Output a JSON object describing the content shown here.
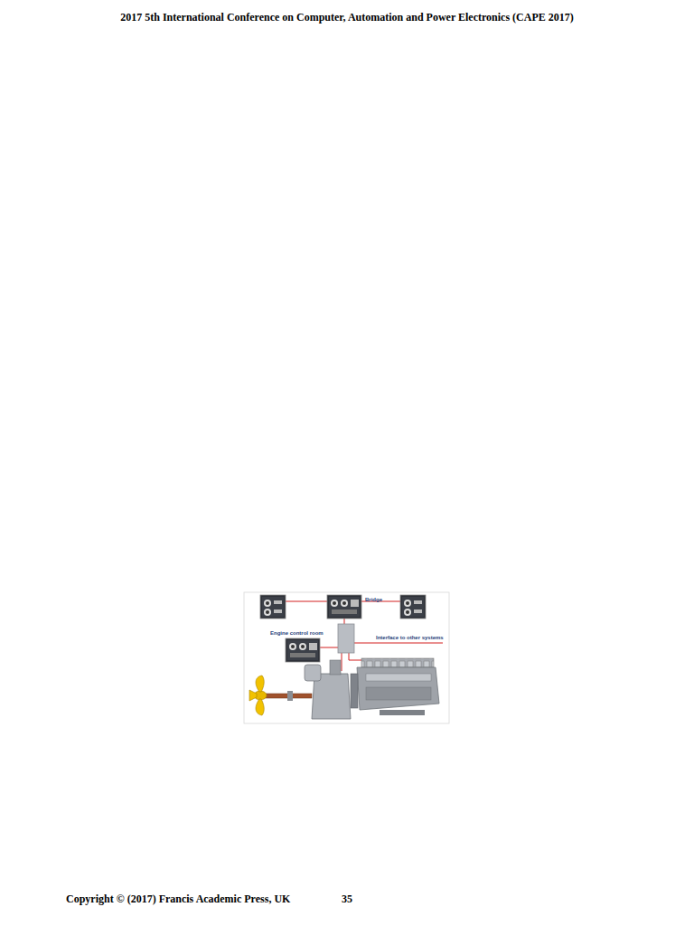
{
  "diagram": {
    "labels": [
      "2017 5th International Conference on Computer, Automation and Power Electronics (CAPE 2017)",
      "Bridge",
      "Engine control room",
      "Interface to other systems",
      "Copyright © (2017) Francis Academic Press, UK",
      "35"
    ]
  }
}
